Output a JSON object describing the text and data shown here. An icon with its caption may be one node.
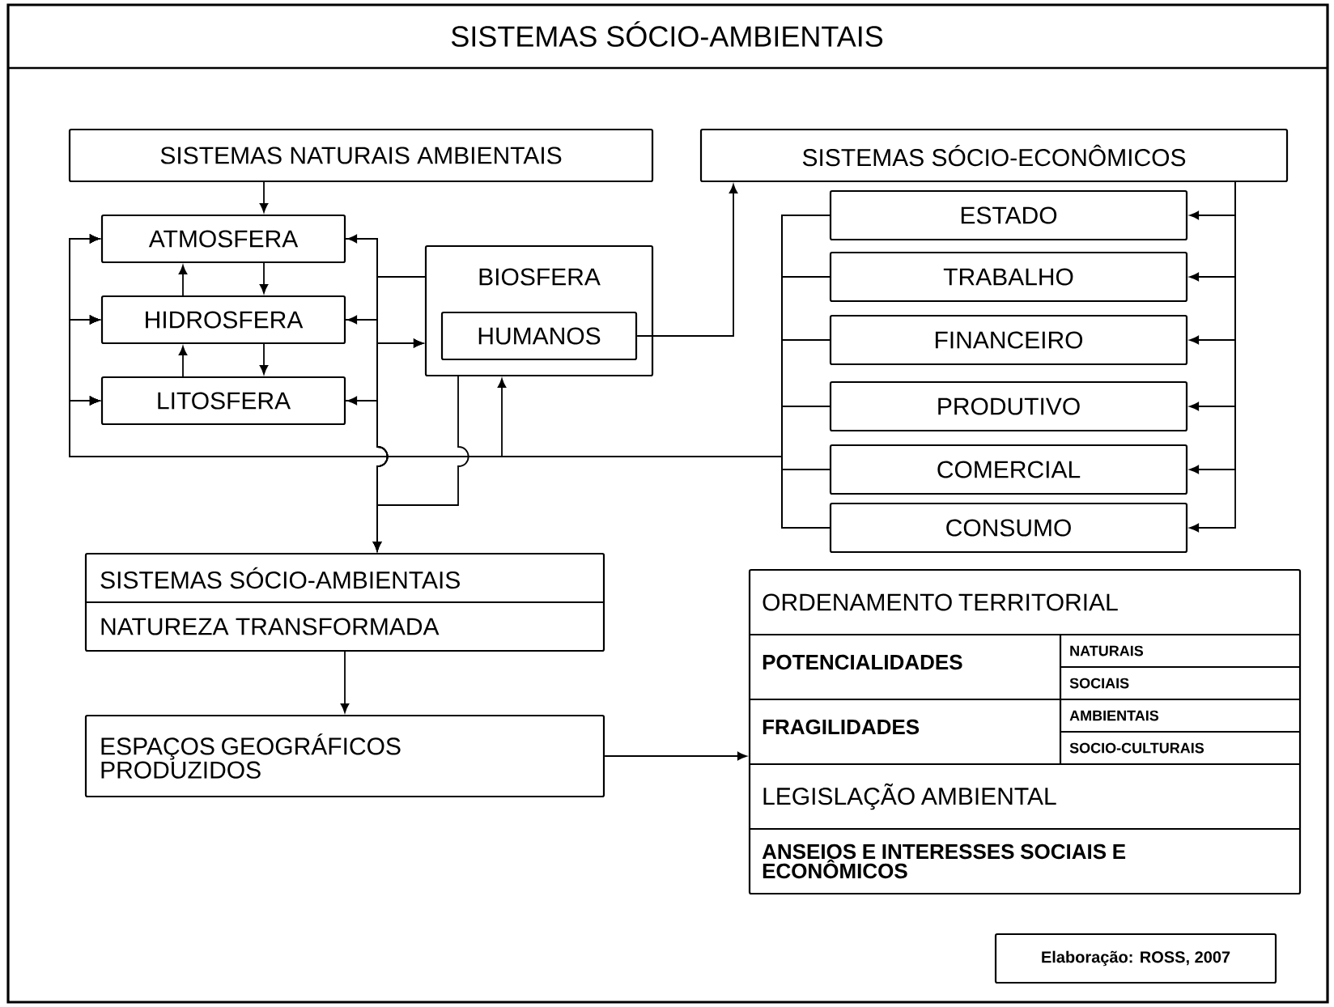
{
  "diagram": {
    "title": "SISTEMAS SÓCIO-AMBIENTAIS",
    "nodes": [
      {
        "text": [
          "SISTEMAS NATURAIS AMBIENTAIS"
        ]
      },
      {
        "text": [
          "SISTEMAS SÓCIO-ECONÔMICOS"
        ]
      },
      {
        "text": [
          "ATMOSFERA"
        ]
      },
      {
        "text": [
          "HIDROSFERA"
        ]
      },
      {
        "text": [
          "LITOSFERA"
        ]
      },
      {
        "text": [
          "BIOSFERA"
        ]
      },
      {
        "text": [
          "HUMANOS"
        ],
        "in": 5
      },
      {
        "text": [
          "ESTADO"
        ]
      },
      {
        "text": [
          "TRABALHO"
        ]
      },
      {
        "text": [
          "FINANCEIRO"
        ]
      },
      {
        "text": [
          "PRODUTIVO"
        ]
      },
      {
        "text": [
          "COMERCIAL"
        ]
      },
      {
        "text": [
          "CONSUMO"
        ]
      },
      {
        "text": [
          "SISTEMAS SÓCIO-AMBIENTAIS",
          "NATUREZA TRANSFORMADA"
        ]
      },
      {
        "text": [
          "ESPAÇOS GEOGRÁFICOS PRODUZIDOS"
        ]
      },
      {
        "text": [
          "ORDENAMENTO TERRITORIAL",
          "POTENCIALIDADES",
          "NATURAIS",
          "SOCIAIS",
          "FRAGILIDADES",
          "AMBIENTAIS",
          "SOCIO-CULTURAIS",
          "LEGISLAÇÃO AMBIENTAL",
          "ANSEIOS E INTERESSES SOCIAIS E ECONÔMICOS"
        ]
      },
      {
        "text": [
          "Elaboração: ROSS, 2007"
        ]
      }
    ],
    "edges": [
      {
        "from": 0,
        "to": 2,
        "arrow": "to"
      },
      {
        "from": 3,
        "to": 2,
        "arrow": "to"
      },
      {
        "from": 2,
        "to": 3,
        "arrow": "to"
      },
      {
        "from": 4,
        "to": 3,
        "arrow": "to"
      },
      {
        "from": 3,
        "to": 4,
        "arrow": "to"
      },
      {
        "from": 5,
        "to": 2,
        "arrow": "to"
      },
      {
        "from": 5,
        "to": 3,
        "arrow": "to"
      },
      {
        "from": 5,
        "to": 4,
        "arrow": "to"
      },
      {
        "from": 2,
        "to": 5,
        "arrow": "to"
      },
      {
        "from": 3,
        "to": 5,
        "arrow": "to"
      },
      {
        "from": 4,
        "to": 5,
        "arrow": "to"
      },
      {
        "from": 6,
        "to": 1,
        "arrow": "to"
      },
      {
        "from": 1,
        "to": 7,
        "arrow": "to"
      },
      {
        "from": 1,
        "to": 8,
        "arrow": "to"
      },
      {
        "from": 1,
        "to": 9,
        "arrow": "to"
      },
      {
        "from": 1,
        "to": 10,
        "arrow": "to"
      },
      {
        "from": 1,
        "to": 11,
        "arrow": "to"
      },
      {
        "from": 1,
        "to": 12,
        "arrow": "to"
      },
      {
        "from": 7,
        "to": 2,
        "arrow": "to"
      },
      {
        "from": 7,
        "to": 3,
        "arrow": "to"
      },
      {
        "from": 7,
        "to": 4,
        "arrow": "to"
      },
      {
        "from": 7,
        "to": 5,
        "arrow": "to"
      },
      {
        "from": 8,
        "to": 2,
        "arrow": "to"
      },
      {
        "from": 8,
        "to": 3,
        "arrow": "to"
      },
      {
        "from": 8,
        "to": 4,
        "arrow": "to"
      },
      {
        "from": 8,
        "to": 5,
        "arrow": "to"
      },
      {
        "from": 9,
        "to": 2,
        "arrow": "to"
      },
      {
        "from": 9,
        "to": 3,
        "arrow": "to"
      },
      {
        "from": 9,
        "to": 4,
        "arrow": "to"
      },
      {
        "from": 9,
        "to": 5,
        "arrow": "to"
      },
      {
        "from": 10,
        "to": 2,
        "arrow": "to"
      },
      {
        "from": 10,
        "to": 3,
        "arrow": "to"
      },
      {
        "from": 10,
        "to": 4,
        "arrow": "to"
      },
      {
        "from": 10,
        "to": 5,
        "arrow": "to"
      },
      {
        "from": 11,
        "to": 2,
        "arrow": "to"
      },
      {
        "from": 11,
        "to": 3,
        "arrow": "to"
      },
      {
        "from": 11,
        "to": 4,
        "arrow": "to"
      },
      {
        "from": 11,
        "to": 5,
        "arrow": "to"
      },
      {
        "from": 12,
        "to": 2,
        "arrow": "to"
      },
      {
        "from": 12,
        "to": 3,
        "arrow": "to"
      },
      {
        "from": 12,
        "to": 4,
        "arrow": "to"
      },
      {
        "from": 12,
        "to": 5,
        "arrow": "to"
      },
      {
        "from": 2,
        "to": 13,
        "arrow": "to"
      },
      {
        "from": 3,
        "to": 13,
        "arrow": "to"
      },
      {
        "from": 4,
        "to": 13,
        "arrow": "to"
      },
      {
        "from": 5,
        "to": 13,
        "arrow": "to"
      },
      {
        "from": 13,
        "to": 14,
        "arrow": "to"
      },
      {
        "from": 14,
        "to": 15,
        "arrow": "to"
      }
    ]
  }
}
